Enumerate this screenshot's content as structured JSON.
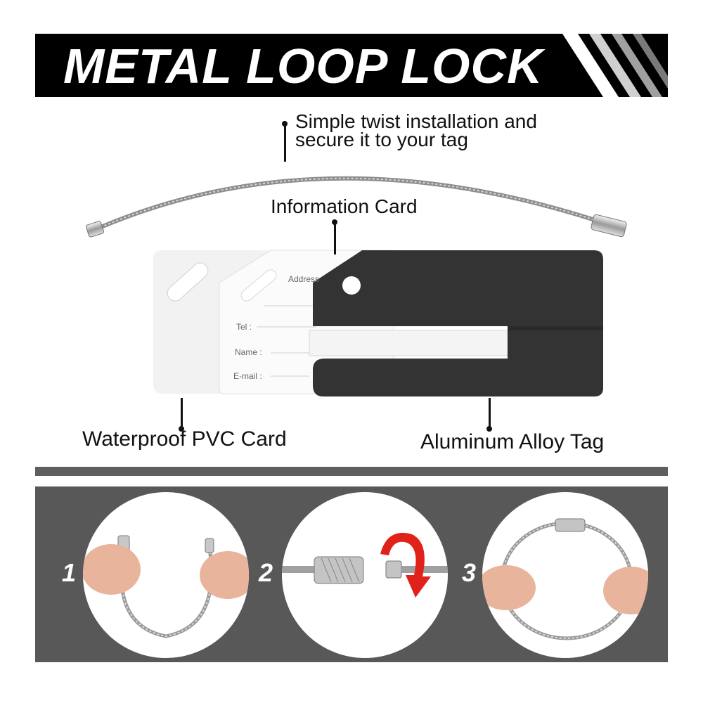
{
  "banner": {
    "title": "METAL LOOP LOCK"
  },
  "callouts": {
    "cable_line1": "Simple twist installation and",
    "cable_line2": "secure it to your tag",
    "info_card": "Information Card",
    "pvc_card": "Waterproof PVC Card",
    "alloy_tag": "Aluminum Alloy Tag"
  },
  "card_fields": {
    "address": "Address",
    "tel": "Tel :",
    "name": "Name :",
    "email": "E-mail :"
  },
  "steps": [
    {
      "number": "1"
    },
    {
      "number": "2"
    },
    {
      "number": "3"
    }
  ],
  "colors": {
    "banner": "#000000",
    "panel": "#585858",
    "tag": "#333333",
    "arrow": "#e0221b"
  }
}
